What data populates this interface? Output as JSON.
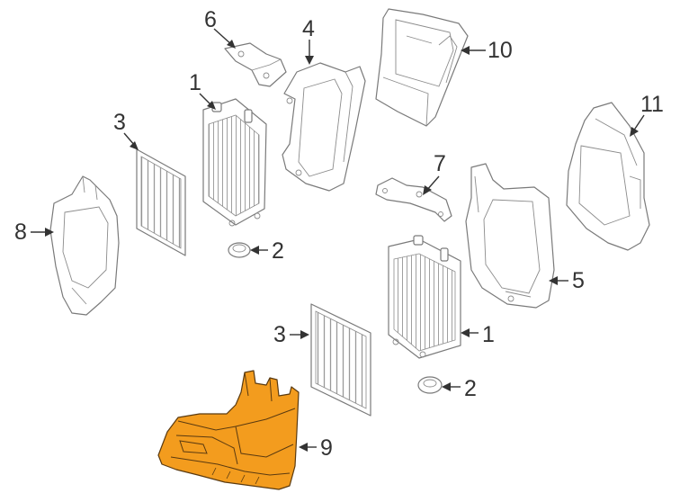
{
  "diagram": {
    "highlight_color": "#f39c1e",
    "line_color": "#7a7a7a",
    "text_color": "#333333",
    "callouts": {
      "part1_upper": "1",
      "part1_lower": "1",
      "part2_upper": "2",
      "part2_lower": "2",
      "part3_upper": "3",
      "part3_lower": "3",
      "part4": "4",
      "part5": "5",
      "part6": "6",
      "part7": "7",
      "part8": "8",
      "part9": "9",
      "part10": "10",
      "part11": "11"
    },
    "highlighted_part": "9"
  }
}
